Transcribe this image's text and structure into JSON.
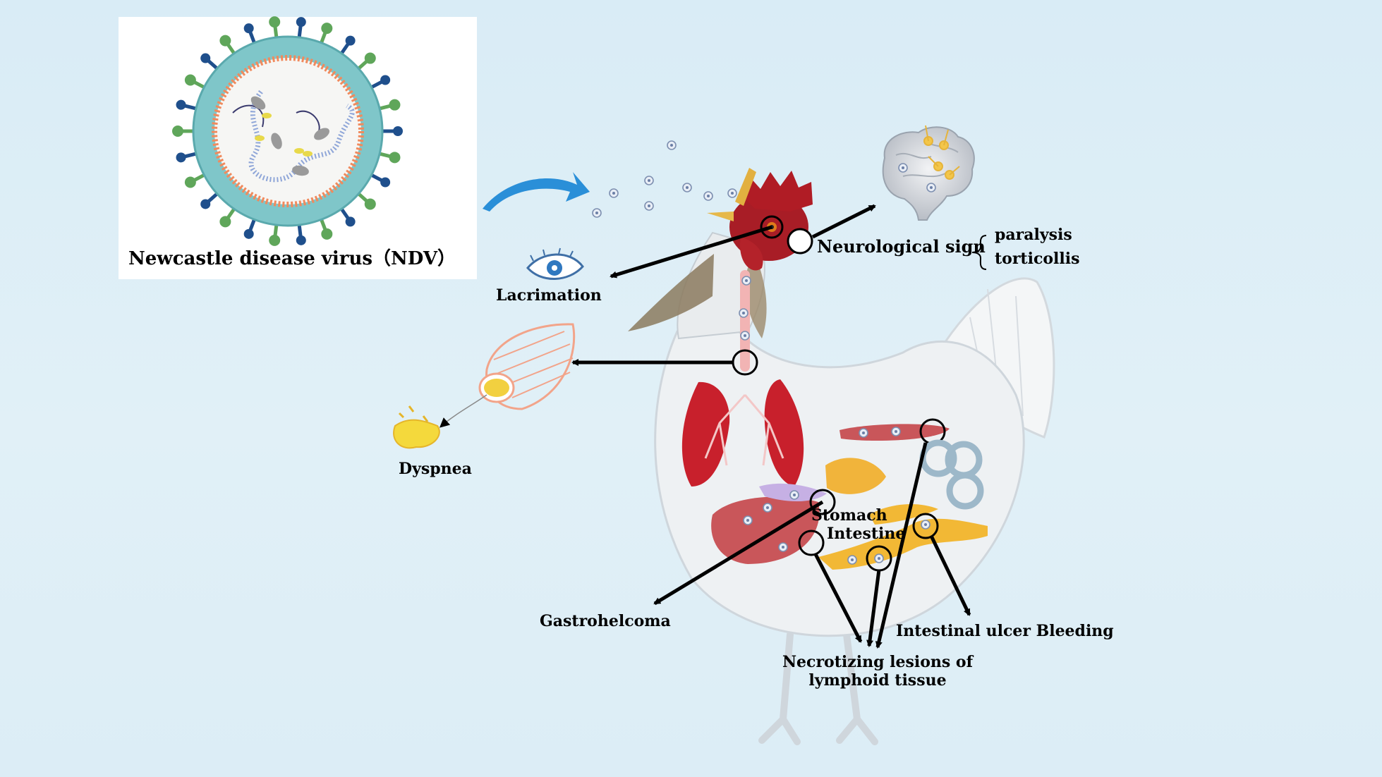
{
  "virus": {
    "label": "Newcastle disease virus（NDV）"
  },
  "labels": {
    "neurological": "Neurological sign",
    "paralysis": "paralysis",
    "torticollis": "torticollis",
    "lacrimation": "Lacrimation",
    "dyspnea": "Dyspnea",
    "stomach": "Stomach",
    "intestine": "Intestine",
    "gastrohelcoma": "Gastrohelcoma",
    "intestinal_ulcer": "Intestinal ulcer Bleeding",
    "necrotizing_line1": "Necrotizing lesions of",
    "necrotizing_line2": "lymphoid tissue"
  },
  "colors": {
    "background": "#dcedf6",
    "arrow_blue": "#2a8fd8",
    "virus_envelope": "#7fc6c9",
    "virus_core": "#f08a5d",
    "spike_blue": "#1f4f8c",
    "spike_green": "#5fa65a",
    "comb_red": "#b01c25",
    "lung_red": "#c8202c",
    "organ_pink": "#c9565a",
    "intestine_yellow": "#f2b835"
  }
}
